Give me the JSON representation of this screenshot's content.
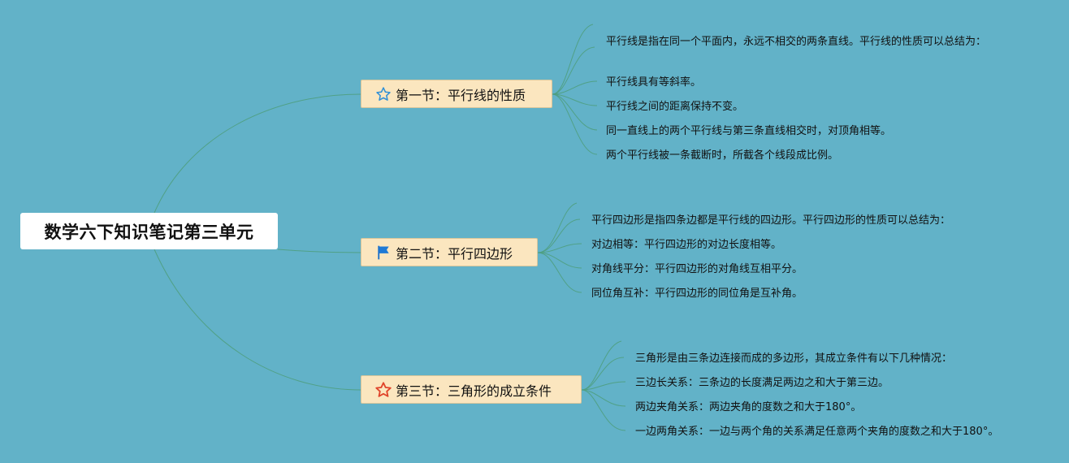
{
  "root": {
    "title": "数学六下知识笔记第三单元"
  },
  "sections": [
    {
      "title": "第一节：平行线的性质",
      "icon": "star-outline-blue-icon",
      "notes": [
        "平行线是指在同一个平面内，永远不相交的两条直线。平行线的性质可以总结为：",
        "平行线具有等斜率。",
        "平行线之间的距离保持不变。",
        "同一直线上的两个平行线与第三条直线相交时，对顶角相等。",
        "两个平行线被一条截断时，所截各个线段成比例。"
      ]
    },
    {
      "title": "第二节：平行四边形",
      "icon": "blue-flag-icon",
      "notes": [
        "平行四边形是指四条边都是平行线的四边形。平行四边形的性质可以总结为：",
        "对边相等：平行四边形的对边长度相等。",
        "对角线平分：平行四边形的对角线互相平分。",
        "同位角互补：平行四边形的同位角是互补角。"
      ]
    },
    {
      "title": "第三节：三角形的成立条件",
      "icon": "star-outline-red-icon",
      "notes": [
        "三角形是由三条边连接而成的多边形，其成立条件有以下几种情况：",
        "三边长关系：三条边的长度满足两边之和大于第三边。",
        "两边夹角关系：两边夹角的度数之和大于180°。",
        "一边两角关系：一边与两个角的关系满足任意两个夹角的度数之和大于180°。"
      ]
    }
  ]
}
